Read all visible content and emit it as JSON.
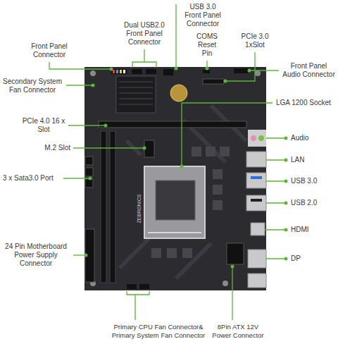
{
  "diagram": {
    "labels": [
      "USB 3.0 Front Panel Connector",
      "Dual USB2.0 Front Panel Connector",
      "COMS Reset Pin",
      "PCIe 3.0 1xSlot",
      "Front Panel Connector",
      "Front Panel Audio Connector",
      "Secondary System Fan Connector",
      "LGA 1200 Socket",
      "PCIe 4.0 16 x Slot",
      "Audio",
      "M.2 Slot",
      "LAN",
      "3 x Sata3.0 Port",
      "USB 3.0",
      "USB 2.0",
      "ZEBRONICS",
      "HDMI",
      "24 Pin Motherboard Power Supply Connector",
      "DP",
      "Primary CPU Fan Connector& Primary System Fan Connector",
      "8Pin ATX 12V Power Connector"
    ]
  }
}
